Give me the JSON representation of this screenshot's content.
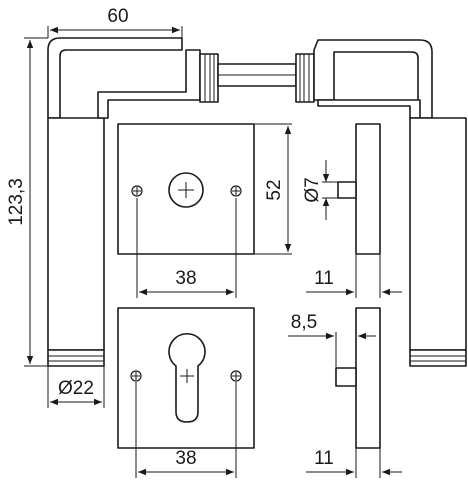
{
  "dimensions": {
    "handle_length": "60",
    "overall_height": "123,3",
    "rose_height": "52",
    "spindle_diameter": "Ø7",
    "screw_spacing_top": "38",
    "screw_spacing_bottom": "38",
    "rose_thickness_top": "11",
    "rose_thickness_bottom": "11",
    "cylinder_offset": "8,5",
    "grip_diameter": "Ø22"
  },
  "colors": {
    "line": "#1a1a1a",
    "background": "#ffffff"
  }
}
